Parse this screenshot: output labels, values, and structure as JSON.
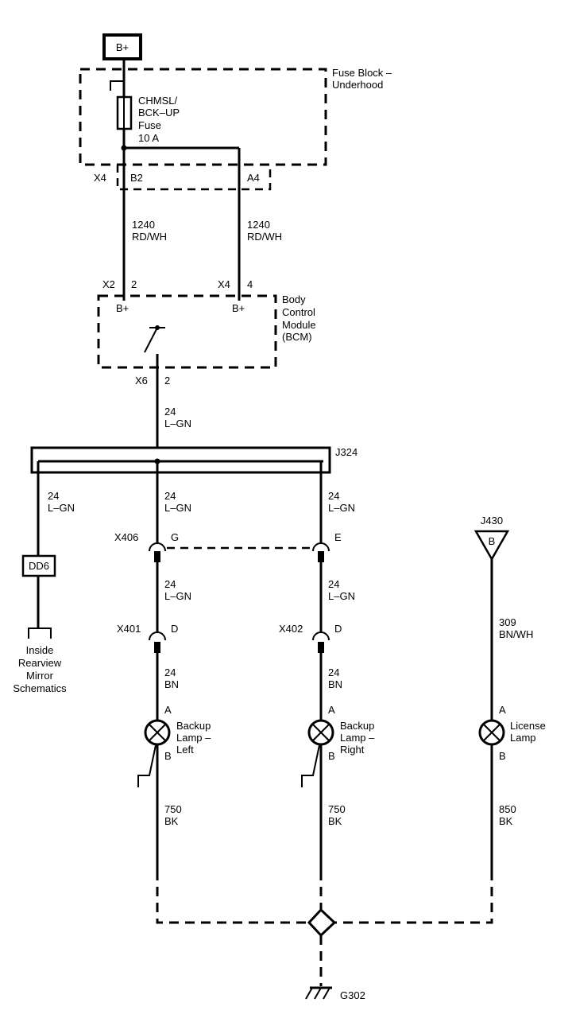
{
  "power": {
    "label": "B+"
  },
  "fuse_block": {
    "title_line1": "Fuse Block –",
    "title_line2": "Underhood",
    "fuse_line1": "CHMSL/",
    "fuse_line2": "BCK–UP",
    "fuse_line3": "Fuse",
    "fuse_line4": "10 A",
    "conn_x4": "X4",
    "pin_b2": "B2",
    "pin_a4": "A4"
  },
  "wires_top": {
    "left_num": "1240",
    "left_color": "RD/WH",
    "right_num": "1240",
    "right_color": "RD/WH"
  },
  "bcm": {
    "conn_x2": "X2",
    "pin_2": "2",
    "conn_x4": "X4",
    "pin_4": "4",
    "bplus_left": "B+",
    "bplus_right": "B+",
    "title_line1": "Body",
    "title_line2": "Control",
    "title_line3": "Module",
    "title_line4": "(BCM)",
    "conn_x6": "X6",
    "pin_x6": "2"
  },
  "wire_bcm_out": {
    "num": "24",
    "color": "L–GN"
  },
  "splice": {
    "label": "J324"
  },
  "branch_wires": {
    "left": {
      "num": "24",
      "color": "L–GN"
    },
    "center": {
      "num": "24",
      "color": "L–GN"
    },
    "right": {
      "num": "24",
      "color": "L–GN"
    }
  },
  "mirror": {
    "box_label": "DD6",
    "line1": "Inside",
    "line2": "Rearview",
    "line3": "Mirror",
    "line4": "Schematics"
  },
  "connectors": {
    "x406": "X406",
    "x406_pin_g": "G",
    "x406_pin_e": "E",
    "x401": "X401",
    "x401_pin": "D",
    "x402": "X402",
    "x402_pin": "D"
  },
  "mid_wires": {
    "left": {
      "num": "24",
      "color": "L–GN"
    },
    "right": {
      "num": "24",
      "color": "L–GN"
    }
  },
  "lamp_feed": {
    "left": {
      "num": "24",
      "color": "BN"
    },
    "right": {
      "num": "24",
      "color": "BN"
    }
  },
  "j430": {
    "label": "J430",
    "pin": "B"
  },
  "license_feed": {
    "num": "309",
    "color": "BN/WH"
  },
  "lamps": {
    "left": {
      "pin_a": "A",
      "pin_b": "B",
      "line1": "Backup",
      "line2": "Lamp –",
      "line3": "Left"
    },
    "right": {
      "pin_a": "A",
      "pin_b": "B",
      "line1": "Backup",
      "line2": "Lamp –",
      "line3": "Right"
    },
    "license": {
      "pin_a": "A",
      "pin_b": "B",
      "line1": "License",
      "line2": "Lamp"
    }
  },
  "ground_wires": {
    "left": {
      "num": "750",
      "color": "BK"
    },
    "right": {
      "num": "750",
      "color": "BK"
    },
    "license": {
      "num": "850",
      "color": "BK"
    }
  },
  "ground": {
    "label": "G302"
  }
}
